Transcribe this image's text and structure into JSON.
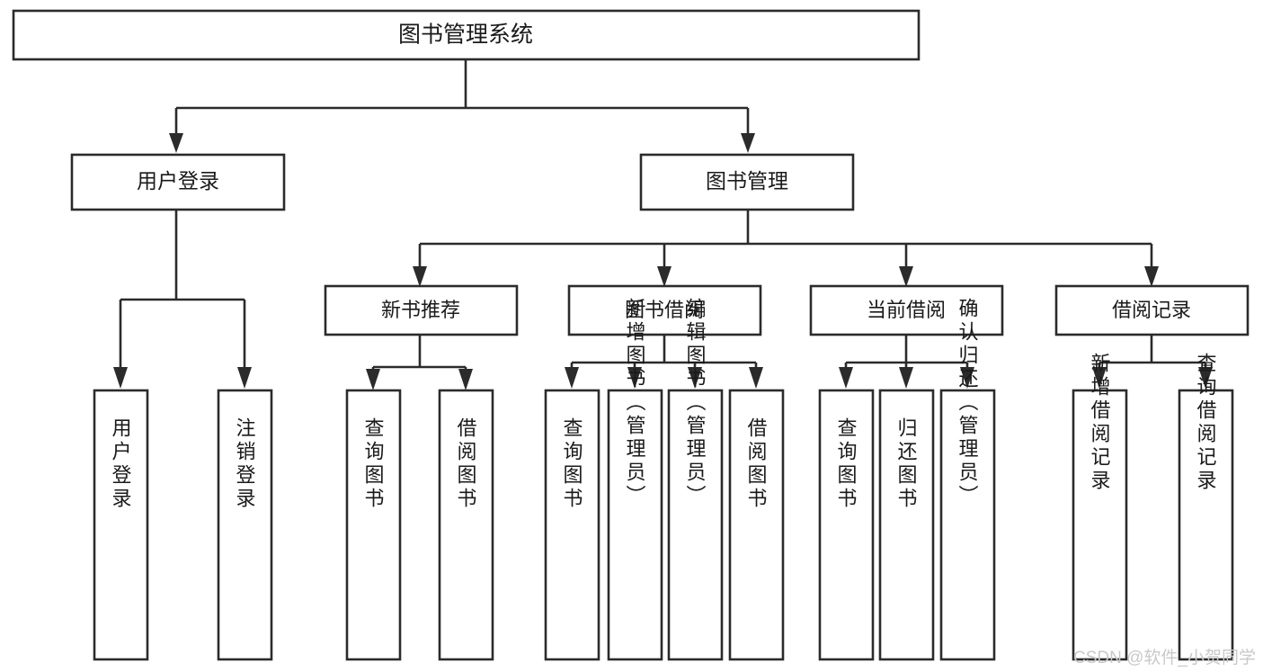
{
  "diagram": {
    "title": "图书管理系统",
    "type": "tree",
    "watermark": "CSDN @软件_小贺同学",
    "root": {
      "label": "图书管理系统"
    },
    "level1": [
      {
        "label": "用户登录"
      },
      {
        "label": "图书管理"
      }
    ],
    "level2": [
      {
        "label": "新书推荐"
      },
      {
        "label": "图书借阅"
      },
      {
        "label": "当前借阅"
      },
      {
        "label": "借阅记录"
      }
    ],
    "leaves": {
      "user_login": [
        {
          "label": "用户登录"
        },
        {
          "label": "注销登录"
        }
      ],
      "new_book_recommend": [
        {
          "label": "查询图书"
        },
        {
          "label": "借阅图书"
        }
      ],
      "book_borrow": [
        {
          "label": "查询图书"
        },
        {
          "label": "新增图书（管理员）"
        },
        {
          "label": "编辑图书（管理员）"
        },
        {
          "label": "借阅图书"
        }
      ],
      "current_borrow": [
        {
          "label": "查询图书"
        },
        {
          "label": "归还图书"
        },
        {
          "label": "确认归还（管理员）"
        }
      ],
      "borrow_record": [
        {
          "label": "新增借阅记录"
        },
        {
          "label": "查询借阅记录"
        }
      ]
    }
  },
  "colors": {
    "stroke": "#2b2b2b",
    "fill": "#ffffff",
    "text": "#1a1a1a",
    "watermark": "#c9c9c9"
  }
}
